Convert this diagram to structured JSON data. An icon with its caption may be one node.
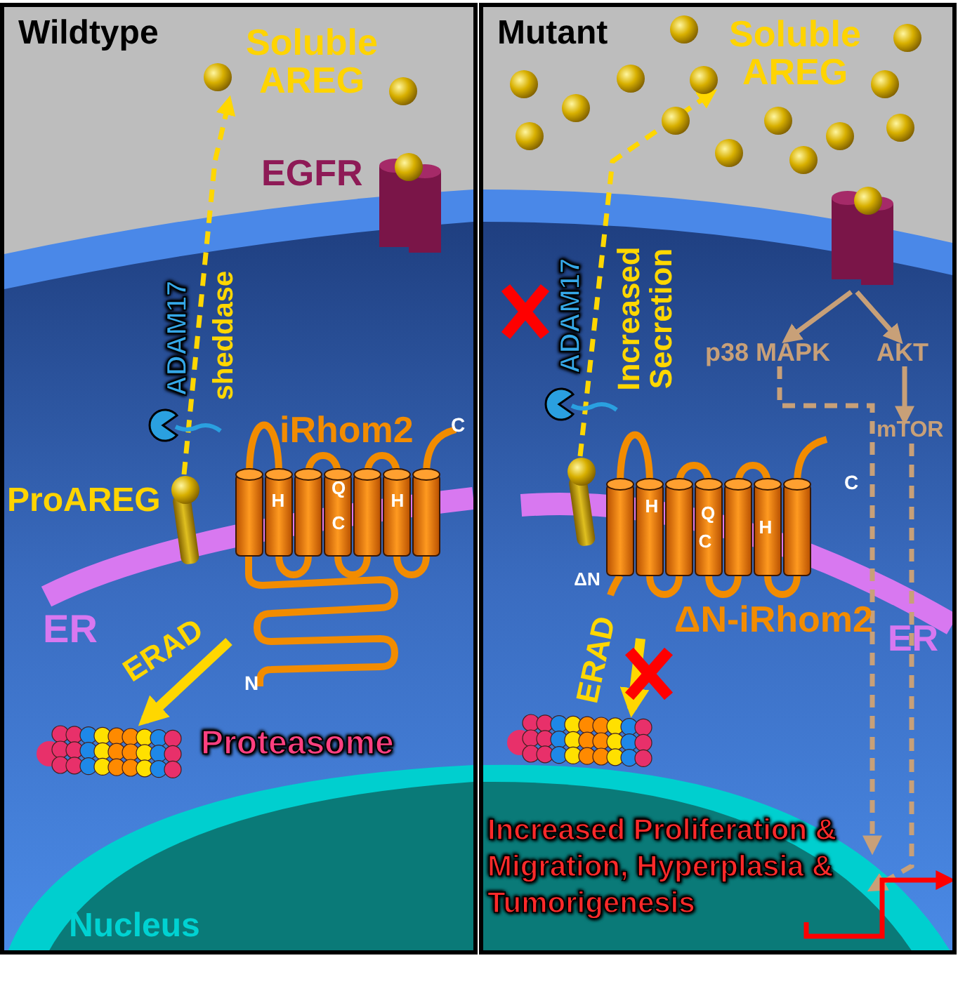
{
  "diagram": {
    "nodes": [
      {
        "text": [
          "Wildtype"
        ]
      },
      {
        "text": [
          "Soluble AREG"
        ],
        "in": 0
      },
      {
        "text": [
          "EGFR"
        ],
        "in": 0
      },
      {
        "text": [
          "ADAM17"
        ],
        "in": 0
      },
      {
        "text": [
          "iRhom2"
        ],
        "in": 0
      },
      {
        "text": [
          "ProAREG"
        ],
        "in": 0
      },
      {
        "text": [
          "Proteasome"
        ],
        "in": 0
      },
      {
        "text": [
          "Nucleus"
        ],
        "in": 0
      },
      {
        "text": [
          "Mutant"
        ]
      },
      {
        "text": [
          "Soluble AREG"
        ],
        "in": 8
      },
      {
        "text": [],
        "shape": "picture",
        "in": 8
      },
      {
        "text": [
          "ADAM17"
        ],
        "in": 8
      },
      {
        "text": [
          "p38 MAPK"
        ],
        "in": 8
      },
      {
        "text": [
          "AKT"
        ],
        "in": 8
      },
      {
        "text": [
          "mTOR"
        ],
        "in": 8
      },
      {
        "text": [],
        "shape": "picture",
        "in": 8
      },
      {
        "text": [
          "ΔN-iRhom2"
        ],
        "in": 8
      },
      {
        "text": [],
        "shape": "picture",
        "in": 8
      },
      {
        "text": [
          "Increased Proliferation & Migration, Hyperplasia & Tumorigenesis"
        ],
        "in": 8
      }
    ],
    "edges": [
      {
        "from": 5,
        "to": 1,
        "arrow": "to",
        "style": "dashed",
        "color": "#ffd700",
        "label": "sheddase"
      },
      {
        "from": 4,
        "to": 6,
        "arrow": "to",
        "style": "thick",
        "color": "#ffd700",
        "label": "ERAD"
      },
      {
        "from": 15,
        "to": 9,
        "arrow": "to",
        "style": "dashed",
        "color": "#ffd700",
        "label": "Increased Secretion"
      },
      {
        "from": 16,
        "to": 17,
        "arrow": "to",
        "style": "thick",
        "color": "#ffd700",
        "label": "ERAD"
      },
      {
        "from": 10,
        "to": 12,
        "arrow": "to"
      },
      {
        "from": 10,
        "to": 13,
        "arrow": "to"
      },
      {
        "from": 13,
        "to": 14,
        "arrow": "to"
      },
      {
        "from": 12,
        "to": 18,
        "arrow": "to",
        "style": "dashed"
      },
      {
        "from": 14,
        "to": 18,
        "arrow": "to",
        "style": "dashed"
      },
      {
        "from": 18,
        "to": null,
        "arrow": "to",
        "color": "#ff0000"
      }
    ],
    "labels": [
      "C",
      "H",
      "Q",
      "C",
      "H",
      "ER",
      "N",
      "C",
      "H",
      "Q",
      "C",
      "H",
      "ΔN",
      "ER"
    ]
  }
}
